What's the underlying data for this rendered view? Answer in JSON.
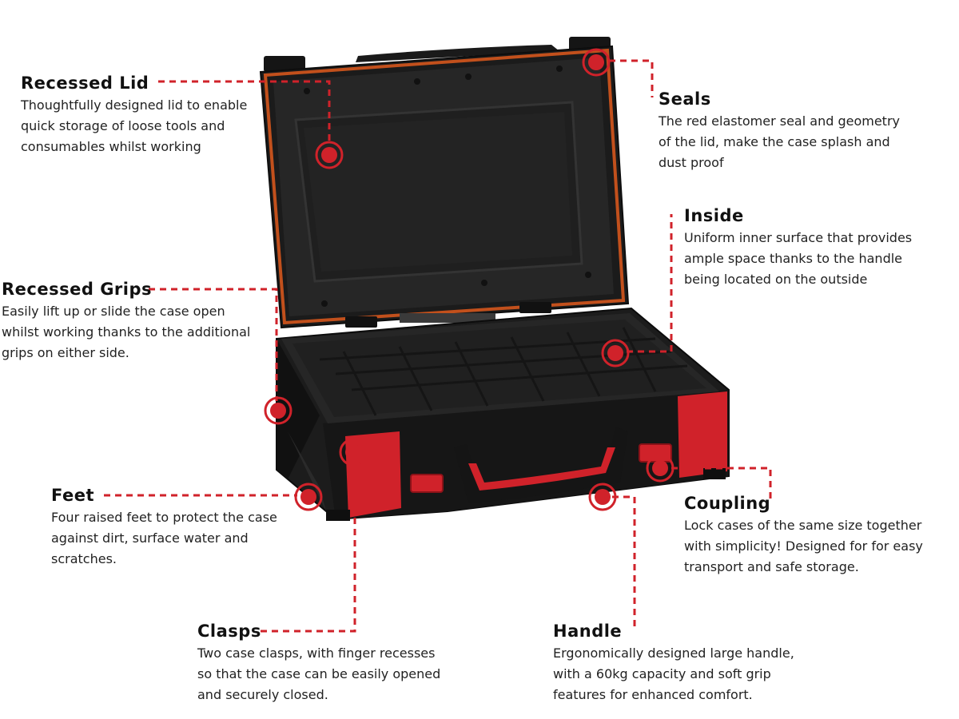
{
  "accent_color": "#d0222a",
  "features": {
    "recessed_lid": {
      "title": "Recessed Lid",
      "text": "Thoughtfully designed lid to enable quick storage of loose tools and consumables whilst working"
    },
    "seals": {
      "title": "Seals",
      "text": "The red elastomer seal and geometry of the lid, make the case splash and dust proof"
    },
    "inside": {
      "title": "Inside",
      "text": "Uniform inner surface that provides ample space thanks to the handle being located on the outside"
    },
    "recessed_grips": {
      "title": "Recessed Grips",
      "text": "Easily lift up or slide the case open whilst working thanks to the additional grips on either side."
    },
    "feet": {
      "title": "Feet",
      "text": "Four raised feet to protect the case against dirt, surface water and scratches."
    },
    "coupling": {
      "title": "Coupling",
      "text": "Lock cases of the same size together with simplicity! Designed for for easy transport and safe storage."
    },
    "clasps": {
      "title": "Clasps",
      "text": "Two case clasps, with finger recesses so that the case can be easily opened and securely closed."
    },
    "handle": {
      "title": "Handle",
      "text": "Ergonomically designed large handle, with a 60kg capacity and soft grip features for enhanced comfort."
    }
  }
}
